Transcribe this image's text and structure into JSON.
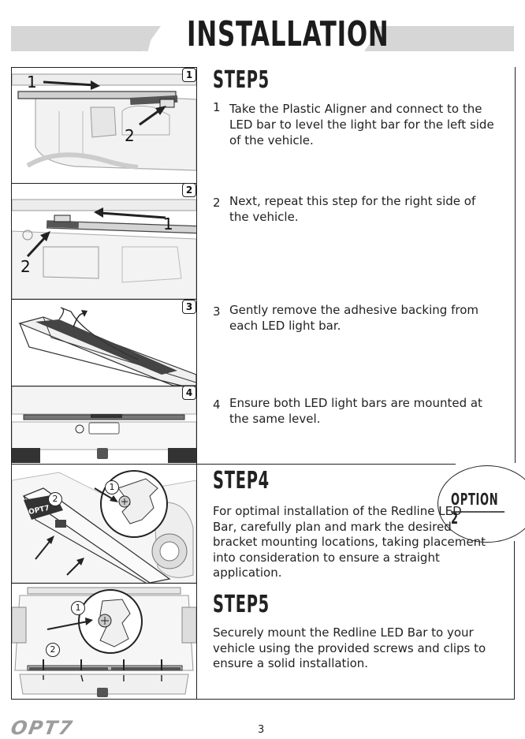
{
  "header": {
    "title": "INSTALLATION"
  },
  "option_badge": {
    "label": "OPTION 2"
  },
  "panel_numbers": [
    "1",
    "2",
    "3",
    "4"
  ],
  "callouts": {
    "one": "1",
    "two": "2"
  },
  "section_a": {
    "heading": "STEP5",
    "items": [
      {
        "number": "1",
        "text": "Take the Plastic Aligner and connect to the LED bar to level the light bar for the left side of the vehicle."
      },
      {
        "number": "2",
        "text": "Next, repeat this step for the right side of the vehicle."
      },
      {
        "number": "3",
        "text": "Gently remove the adhesive backing from each LED light bar."
      },
      {
        "number": "4",
        "text": "Ensure both LED light bars are mounted at the same level."
      }
    ]
  },
  "section_b": {
    "heading": "STEP4",
    "text": "For optimal installation of the Redline LED Bar, carefully plan and mark the desired bracket mounting locations, taking placement into consideration to ensure a straight application."
  },
  "section_c": {
    "heading": "STEP5",
    "text": "Securely mount the Redline LED Bar to your vehicle using the provided screws and clips to ensure a solid installation."
  },
  "footer": {
    "logo": "OPT7",
    "page_number": "3"
  }
}
